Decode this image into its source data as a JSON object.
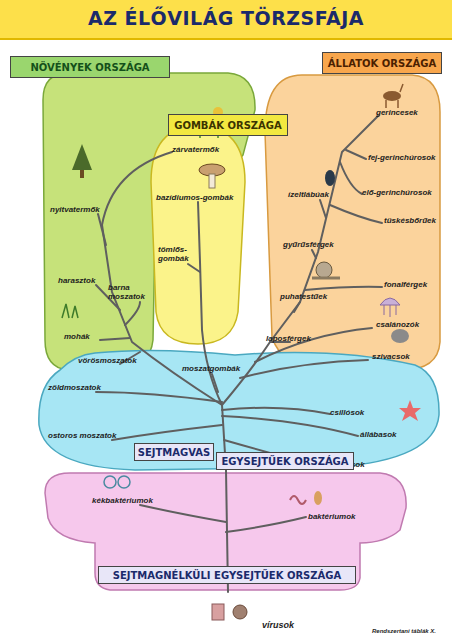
{
  "diagram": {
    "title": "AZ ÉLŐVILÁG TÖRZSFÁJA",
    "nodes": [
      {
        "text": [
          "nyitvatermők",
          "zárvatermők",
          "harasztok",
          "mohák",
          "barna moszatok",
          "vörösmoszatok"
        ]
      },
      {
        "text": [
          "NÖVÉNYEK ORSZÁGA"
        ],
        "in": 0
      },
      {
        "text": [
          "bazídiumos-gombák",
          "tömlős-gombák"
        ]
      },
      {
        "text": [
          "GOMBÁK ORSZÁGA"
        ],
        "in": 2
      },
      {
        "text": [
          "gerincesek",
          "fej-gerinchúrosok",
          "elő-gerinchúrosok",
          "ízeltlábúak",
          "tüskésbőrűek",
          "gyűrűsférgek",
          "fonalférgek",
          "puhatestűek",
          "csalánozók",
          "laposférgek",
          "szivacsok"
        ]
      },
      {
        "text": [
          "ÁLLATOK ORSZÁGA"
        ],
        "in": 4
      },
      {
        "text": [
          "moszatgombák",
          "zöldmoszatok",
          "csillósok",
          "ostoros moszatok",
          "állábasok",
          "ostorosok"
        ]
      },
      {
        "text": [
          "SEJTMAGVAS"
        ],
        "in": 6
      },
      {
        "text": [
          "EGYSEJTŰEK ORSZÁGA"
        ],
        "in": 6
      },
      {
        "text": [
          "kékbaktériumok",
          "baktériumok"
        ]
      },
      {
        "text": [
          "SEJTMAGNÉLKÜLI EGYSEJTŰEK ORSZÁGA"
        ],
        "in": 9
      }
    ],
    "labels": [
      "vírusok",
      "Rendszertani táblák X."
    ]
  }
}
